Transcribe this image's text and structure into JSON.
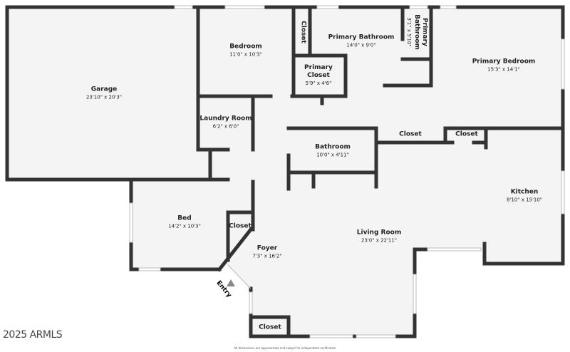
{
  "rooms": {
    "garage": {
      "name": "Garage",
      "dims": "23'10\" x 20'3\""
    },
    "bedroom": {
      "name": "Bedroom",
      "dims": "11'0\" x 10'3\""
    },
    "closet_top": {
      "name": "Closet"
    },
    "primary_bathroom": {
      "name": "Primary Bathroom",
      "dims": "14'0\" x 9'0\""
    },
    "primary_bathroom_small": {
      "name": "Primary Bathroom",
      "dims": "3'1\" x 5'10\""
    },
    "primary_closet": {
      "name": "Primary Closet",
      "dims": "5'9\" x 4'6\""
    },
    "primary_bedroom": {
      "name": "Primary Bedroom",
      "dims": "15'3\" x 14'1\""
    },
    "laundry_room": {
      "name": "Laundry Room",
      "dims": "6'2\" x 6'0\""
    },
    "bathroom": {
      "name": "Bathroom",
      "dims": "10'0\" x 4'11\""
    },
    "closet_hall_1": {
      "name": "Closet"
    },
    "closet_hall_2": {
      "name": "Closet"
    },
    "kitchen": {
      "name": "Kitchen",
      "dims": "8'10\" x 15'10\""
    },
    "bed": {
      "name": "Bed",
      "dims": "14'2\" x 10'3\""
    },
    "closet_bed": {
      "name": "Closet"
    },
    "foyer": {
      "name": "Foyer",
      "dims": "7'3\" x 16'2\""
    },
    "living_room": {
      "name": "Living Room",
      "dims": "23'0\" x 22'11\""
    },
    "closet_bottom": {
      "name": "Closet"
    }
  },
  "entry_label": "Entry",
  "watermark": "2025 ARMLS",
  "footer": "All dimensions are approximate and subject to independent verification",
  "colors": {
    "wall": "#333333",
    "floor": "#f4f4f4",
    "window": "#ffffff"
  }
}
